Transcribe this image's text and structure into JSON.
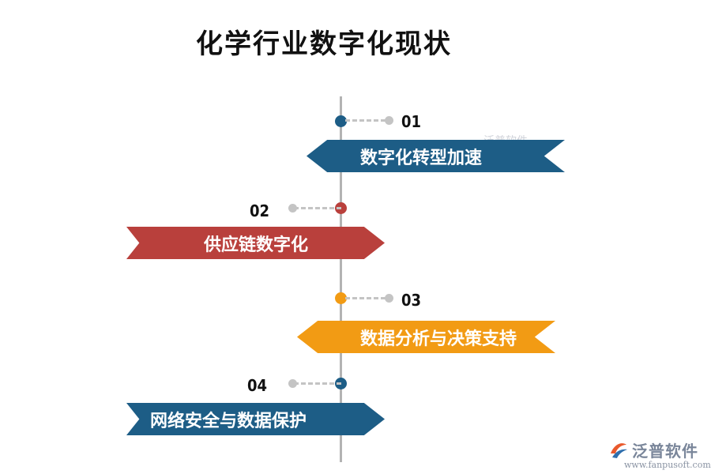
{
  "title": "化学行业数字化现状",
  "watermark": "泛普软件",
  "items": [
    {
      "number": "01",
      "label": "数字化转型加速",
      "color": "#1d5d86"
    },
    {
      "number": "02",
      "label": "供应链数字化",
      "color": "#b9403c"
    },
    {
      "number": "03",
      "label": "数据分析与决策支持",
      "color": "#f29b14"
    },
    {
      "number": "04",
      "label": "网络安全与数据保护",
      "color": "#1d5d86"
    }
  ],
  "logo": {
    "name": "泛普软件",
    "url": "www.fanpusoft.com",
    "icon": "fanpu-logo-icon"
  }
}
